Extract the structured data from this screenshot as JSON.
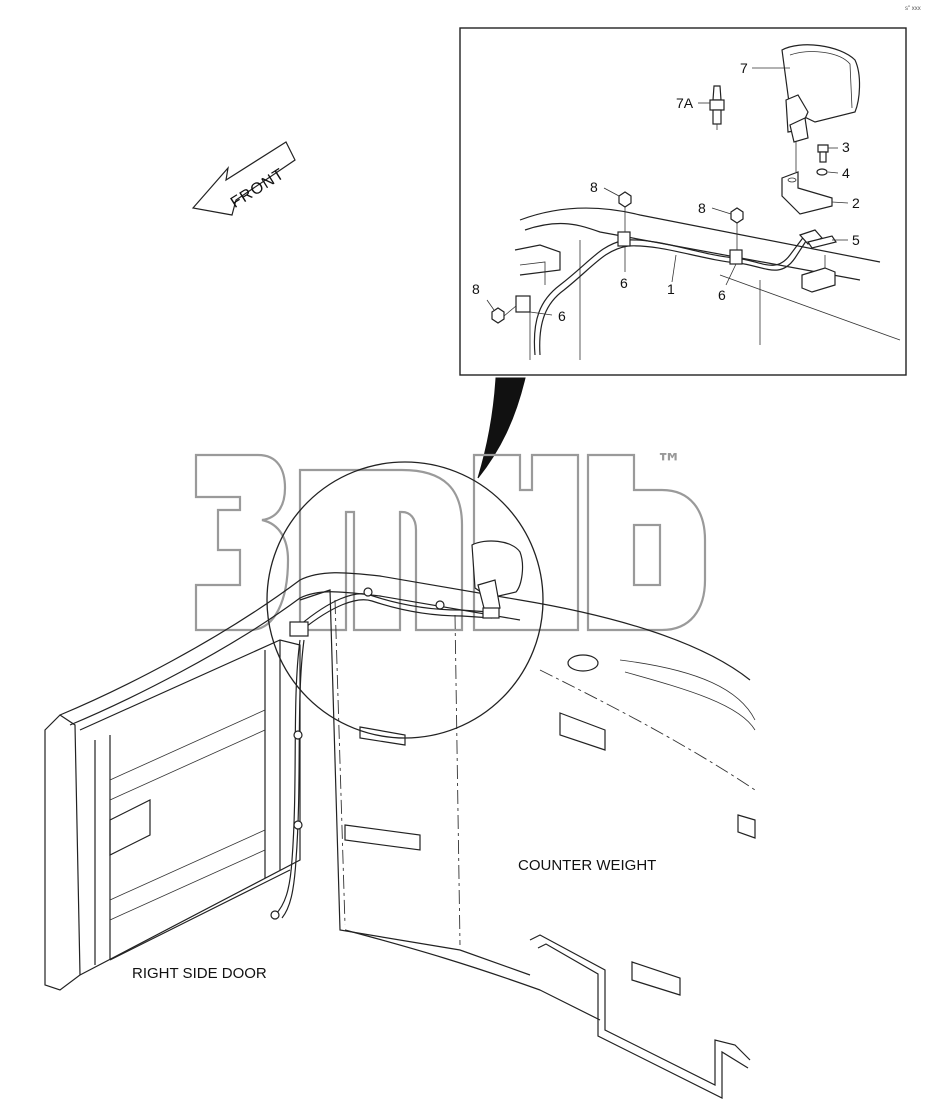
{
  "corner_code": "s\" xxx",
  "front_label": "FRONT",
  "watermark": {
    "text": "3mb",
    "trademark": "™"
  },
  "callouts": [
    {
      "id": "c1",
      "text": "1"
    },
    {
      "id": "c2",
      "text": "2"
    },
    {
      "id": "c3",
      "text": "3"
    },
    {
      "id": "c4",
      "text": "4"
    },
    {
      "id": "c5",
      "text": "5"
    },
    {
      "id": "c6a",
      "text": "6"
    },
    {
      "id": "c6b",
      "text": "6"
    },
    {
      "id": "c6c",
      "text": "6"
    },
    {
      "id": "c7",
      "text": "7"
    },
    {
      "id": "c7a",
      "text": "7A"
    },
    {
      "id": "c8a",
      "text": "8"
    },
    {
      "id": "c8b",
      "text": "8"
    },
    {
      "id": "c8c",
      "text": "8"
    }
  ],
  "captions": {
    "counter_weight": "COUNTER WEIGHT",
    "right_side_door": "RIGHT SIDE DOOR"
  }
}
